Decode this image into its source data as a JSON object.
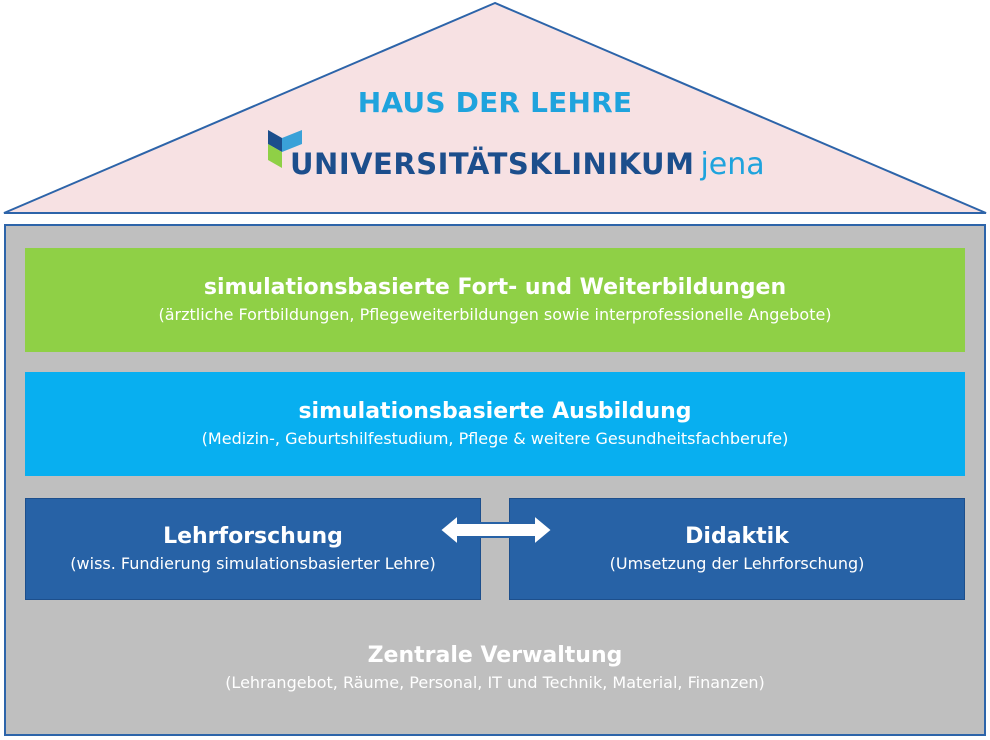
{
  "roof": {
    "title": "HAUS DER LEHRE",
    "logo_bold": "UNIVERSITÄTSKLINIKUM",
    "logo_light": "jena",
    "fill_color": "#f7e1e3",
    "stroke_color": "#2d64a9"
  },
  "fortbildung": {
    "title": "simulationsbasierte Fort- und Weiterbildungen",
    "subtitle": "(ärztliche Fortbildungen, Pflegeweiterbildungen sowie interprofessionelle Angebote)",
    "color": "#8fd046"
  },
  "ausbildung": {
    "title": "simulationsbasierte Ausbildung",
    "subtitle": "(Medizin-, Geburtshilfestudium, Pflege & weitere Gesundheitsfachberufe)",
    "color": "#08aff0"
  },
  "lehrforschung": {
    "title": "Lehrforschung",
    "subtitle": "(wiss. Fundierung simulationsbasierter Lehre)",
    "color": "#2762a6"
  },
  "didaktik": {
    "title": "Didaktik",
    "subtitle": "(Umsetzung der Lehrforschung)",
    "color": "#2762a6"
  },
  "verwaltung": {
    "title": "Zentrale Verwaltung",
    "subtitle": "(Lehrangebot, Räume, Personal, IT und Technik, Material, Finanzen)",
    "color": "#bfbfbf"
  },
  "connector_icon": "double-arrow-icon"
}
